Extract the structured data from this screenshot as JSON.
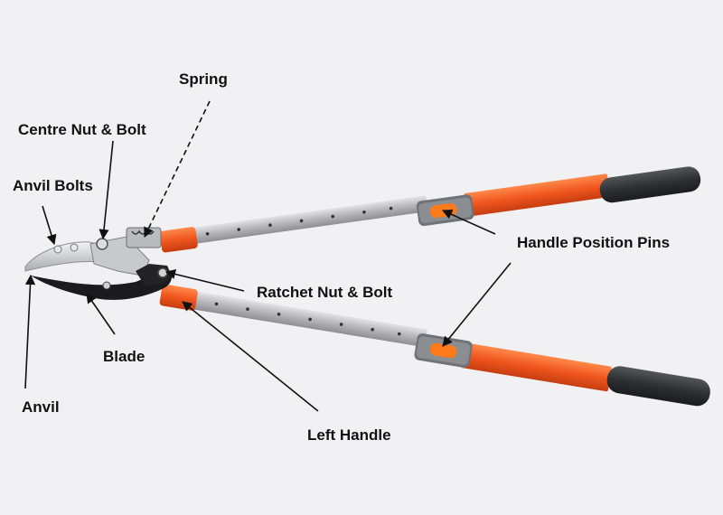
{
  "diagram": {
    "labels": {
      "spring": "Spring",
      "centre_nut_bolt": "Centre Nut & Bolt",
      "anvil_bolts": "Anvil Bolts",
      "handle_position_pins": "Handle Position Pins",
      "ratchet_nut_bolt": "Ratchet Nut & Bolt",
      "blade": "Blade",
      "anvil": "Anvil",
      "left_handle": "Left Handle"
    },
    "colors": {
      "background": "#f1f1f3",
      "handle_orange": "#f0561f",
      "shaft_silver": "#b9b9bd",
      "grip_dark": "#2e3133",
      "blade_black": "#1b1b1d",
      "anvil_silver": "#cfd1d4",
      "pin_orange": "#ff7a1a",
      "collar_gray": "#6f7378"
    }
  }
}
